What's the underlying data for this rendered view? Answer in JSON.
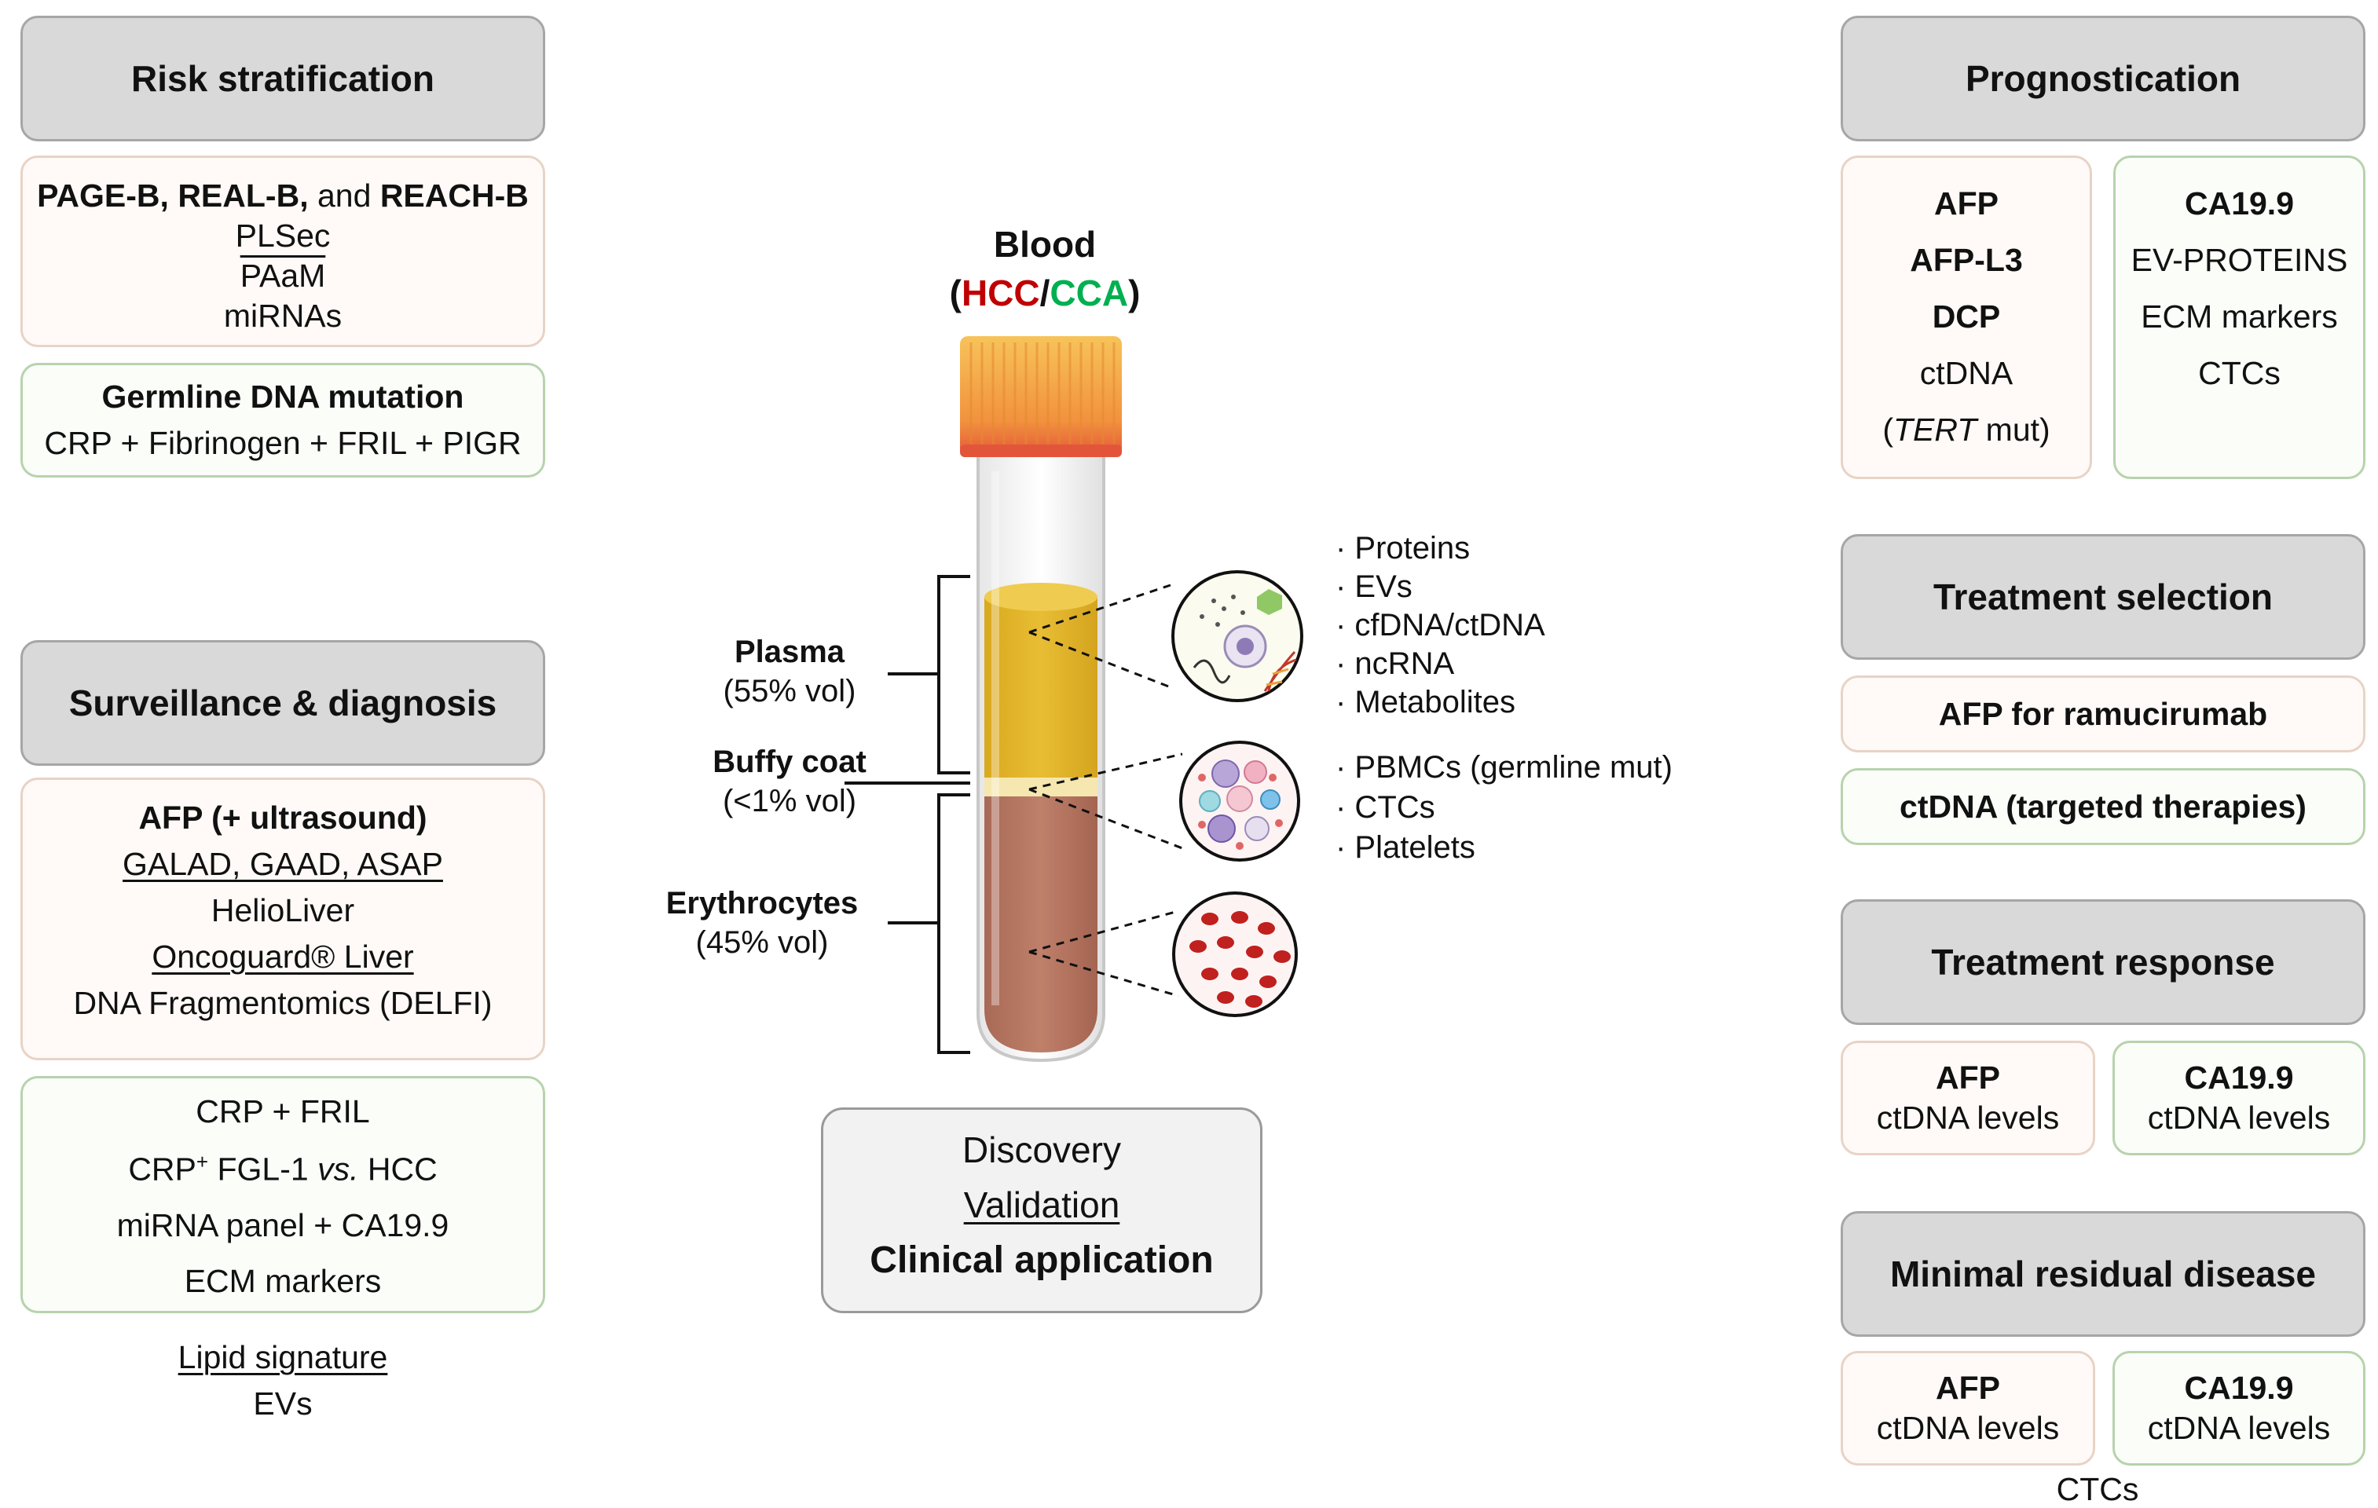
{
  "left": {
    "risk": {
      "header": "Risk stratification",
      "scores_1": "PAGE-B,",
      "scores_2": "REAL-B,",
      "scores_and": "and",
      "scores_3": "REACH-B",
      "items": [
        "PLSec",
        "PAaM",
        "miRNAs"
      ],
      "green_title": "Germline DNA mutation",
      "green_line": "CRP + Fibrinogen + FRIL + PIGR"
    },
    "surveillance": {
      "header": "Surveillance & diagnosis",
      "hcc_title": "AFP (+ ultrasound)",
      "hcc_items": [
        "GALAD, GAAD, ASAP",
        "HelioLiver",
        "Oncoguard® Liver",
        "DNA Fragmentomics (DELFI)"
      ],
      "cca_1": "CRP + FRIL",
      "cca_2_a": "CRP",
      "cca_2_sup": "+",
      "cca_2_b": " FGL-1 ",
      "cca_2_vs": "vs.",
      "cca_2_c": " HCC",
      "cca_3": "miRNA panel + CA19.9",
      "cca_4": "ECM markers",
      "below_1": "Lipid signature",
      "below_2": "EVs"
    }
  },
  "center": {
    "blood_title": "Blood",
    "paren_open": "(",
    "hcc": "HCC",
    "slash": "/",
    "cca": "CCA",
    "paren_close": ")",
    "layers": [
      {
        "name": "Plasma",
        "vol": "(55% vol)"
      },
      {
        "name": "Buffy coat",
        "vol": "(<1% vol)"
      },
      {
        "name": "Erythrocytes",
        "vol": "(45% vol)"
      }
    ],
    "plasma_components": [
      "· Proteins",
      "· EVs",
      "· cfDNA/ctDNA",
      "· ncRNA",
      "· Metabolites"
    ],
    "buffy_components": [
      "· PBMCs (germline mut)",
      "· CTCs",
      "· Platelets"
    ],
    "phases": [
      "Discovery",
      "Validation",
      "Clinical application"
    ]
  },
  "right": {
    "prognostication": {
      "header": "Prognostication",
      "hcc_items": [
        "AFP",
        "AFP-L3",
        "DCP",
        "ctDNA"
      ],
      "hcc_tert_open": "(",
      "hcc_tert": "TERT",
      "hcc_tert_close": " mut)",
      "cca_items": [
        "CA19.9",
        "EV-PROTEINS",
        "ECM markers",
        "CTCs"
      ]
    },
    "treatment_selection": {
      "header": "Treatment selection",
      "hcc": "AFP for ramucirumab",
      "cca": "ctDNA (targeted therapies)"
    },
    "treatment_response": {
      "header": "Treatment response",
      "hcc_title": "AFP",
      "hcc_sub": "ctDNA levels",
      "cca_title": "CA19.9",
      "cca_sub": "ctDNA levels"
    },
    "mrd": {
      "header": "Minimal residual disease",
      "hcc_title": "AFP",
      "hcc_sub": "ctDNA levels",
      "cca_title": "CA19.9",
      "cca_sub": "ctDNA levels",
      "below": "CTCs"
    }
  },
  "colors": {
    "header_fill": "#d9d9d9",
    "hcc_red": "#c00000",
    "cca_green": "#00b050",
    "plasma": "#e2b52b",
    "erythrocytes": "#b87862",
    "cap": "#f29c4a"
  }
}
